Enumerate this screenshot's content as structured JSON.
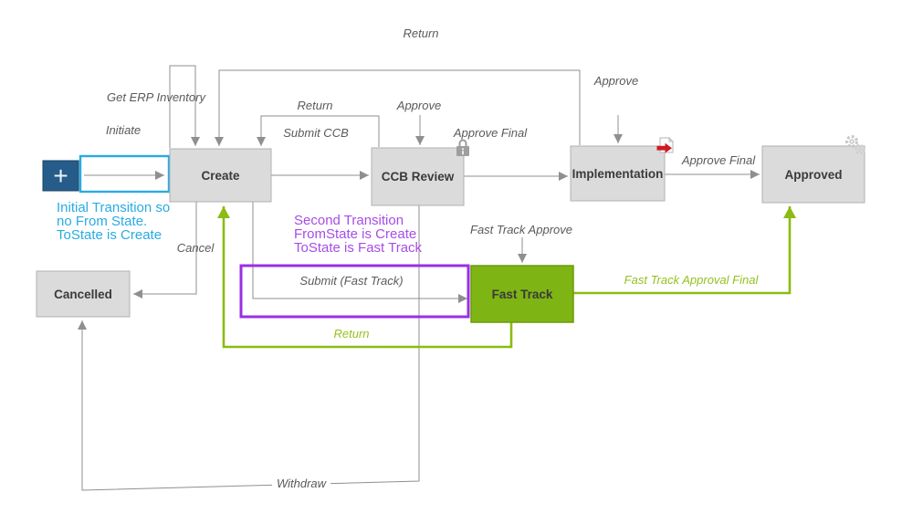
{
  "diagram": {
    "states": {
      "create": {
        "label": "Create"
      },
      "ccb_review": {
        "label": "CCB Review"
      },
      "implementation": {
        "label": "Implementation"
      },
      "approved": {
        "label": "Approved"
      },
      "cancelled": {
        "label": "Cancelled"
      },
      "fast_track": {
        "label": "Fast Track"
      }
    },
    "transitions": {
      "return_top": "Return",
      "get_erp_inventory": "Get ERP Inventory",
      "initiate": "Initiate",
      "return_ccb": "Return",
      "submit_ccb": "Submit CCB",
      "approve_ccb": "Approve",
      "approve_final_ccb": "Approve Final",
      "approve_impl": "Approve",
      "approve_final_impl": "Approve Final",
      "cancel": "Cancel",
      "withdraw": "Withdraw",
      "fast_track_approve": "Fast Track Approve",
      "submit_fast_track": "Submit (Fast Track)",
      "return_fast_track": "Return",
      "fast_track_approval_final": "Fast Track Approval Final"
    },
    "annotations": {
      "initial": {
        "lines": [
          "Initial Transition so",
          "no From State.",
          "ToState is Create"
        ],
        "color": "#29abe2"
      },
      "second": {
        "lines": [
          "Second Transition",
          "FromState is Create",
          "ToState is Fast Track"
        ],
        "color": "#a64de8"
      }
    },
    "add_button": {
      "glyph": "+"
    },
    "icons": {
      "add": "plus-icon",
      "ccb_review_badge": "lock-icon",
      "implementation_badge": "document-arrow-icon",
      "approved_badge": "gears-icon"
    },
    "colors": {
      "state_fill": "#dbdbdb",
      "state_border": "#b0b0b0",
      "state_text": "#3a3a3a",
      "edge_gray": "#8f8f8f",
      "edge_label_gray": "#5a5a5a",
      "cyan_accent": "#29abe2",
      "blue_button": "#255c8a",
      "purple_accent": "#9a2fe6",
      "fast_track_green": "#7eb414",
      "green_edge": "#8cbb12"
    }
  }
}
